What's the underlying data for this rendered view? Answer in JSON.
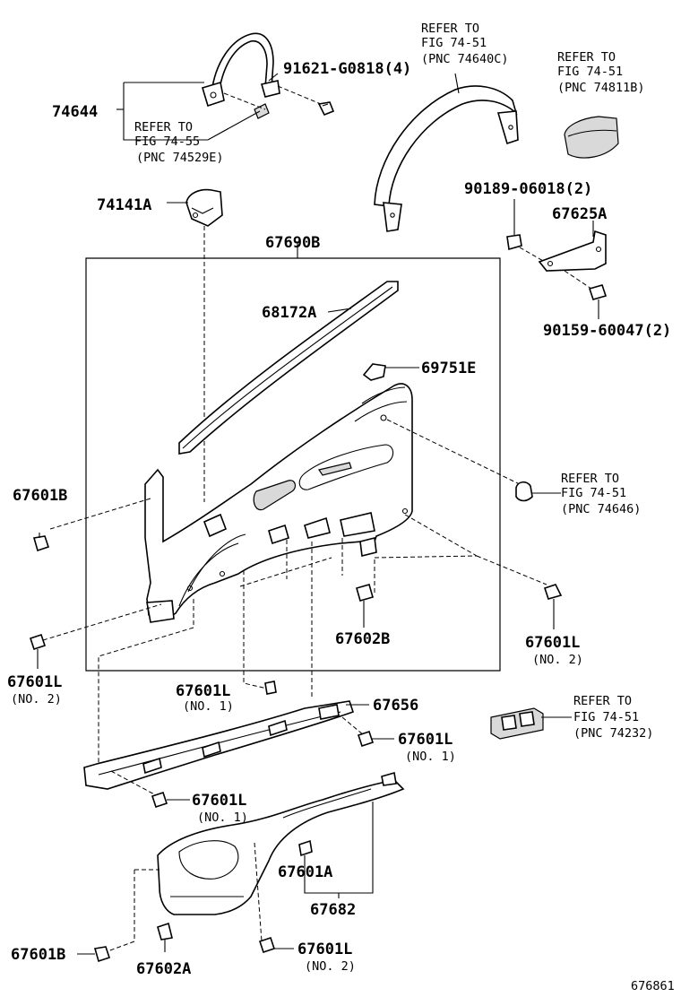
{
  "callouts": {
    "p74644": "74644",
    "p91621": "91621-G0818(4)",
    "p74141a": "74141A",
    "p67690b": "67690B",
    "p68172a": "68172A",
    "p69751e": "69751E",
    "p90189": "90189-06018(2)",
    "p67625a": "67625A",
    "p90159": "90159-60047(2)",
    "p67601b_top": "67601B",
    "p67601l_left": "67601L",
    "p67602b": "67602B",
    "p67601l_right": "67601L",
    "p67601l_mid": "67601L",
    "p67656": "67656",
    "p67601l_656": "67601L",
    "p67601l_lowmid": "67601L",
    "p67601a": "67601A",
    "p67682": "67682",
    "p67601b_bot": "67601B",
    "p67602a": "67602A",
    "p67601l_bot": "67601L"
  },
  "notes": {
    "no2": "(NO. 2)",
    "no1": "(NO. 1)"
  },
  "refs": {
    "ref_74640c": {
      "l1": "REFER TO",
      "l2": "FIG 74-51",
      "l3": "(PNC 74640C)"
    },
    "ref_74811b": {
      "l1": "REFER TO",
      "l2": "FIG 74-51",
      "l3": "(PNC 74811B)"
    },
    "ref_74529e": {
      "l1": "REFER TO",
      "l2": "FIG 74-55",
      "l3": "(PNC 74529E)"
    },
    "ref_74646": {
      "l1": "REFER TO",
      "l2": "FIG 74-51",
      "l3": "(PNC 74646)"
    },
    "ref_74232": {
      "l1": "REFER TO",
      "l2": "FIG 74-51",
      "l3": "(PNC 74232)"
    }
  },
  "diagram_id": "676861"
}
